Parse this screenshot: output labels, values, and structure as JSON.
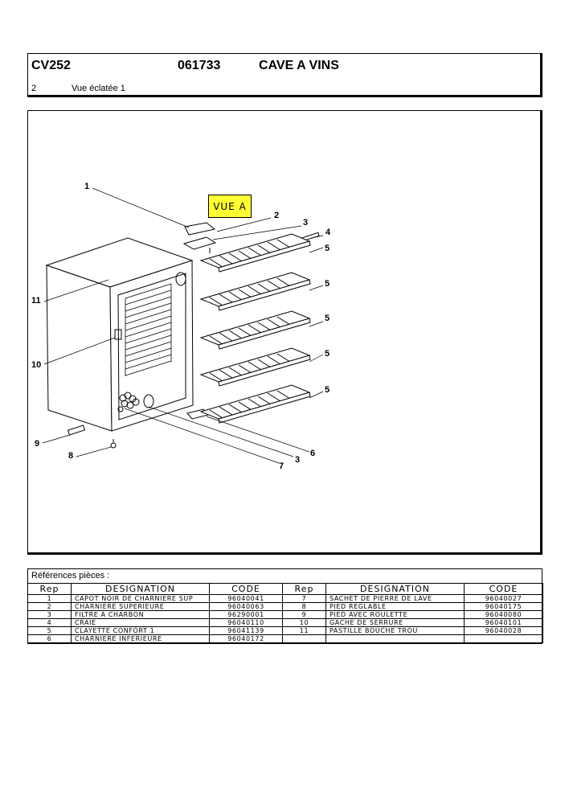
{
  "header": {
    "model": "CV252",
    "code": "061733",
    "title": "CAVE A VINS",
    "page": "2",
    "view": "Vue éclatée 1"
  },
  "drawing": {
    "view_label": "VUE A",
    "callouts": [
      "1",
      "2",
      "3",
      "4",
      "5",
      "5",
      "5",
      "5",
      "5",
      "11",
      "10",
      "9",
      "8",
      "7",
      "3",
      "6"
    ]
  },
  "references": {
    "title": "Références pièces  :",
    "headers": [
      "Rep",
      "DESIGNATION",
      "CODE",
      "Rep",
      "DESIGNATION",
      "CODE"
    ],
    "rows": [
      [
        "1",
        "CAPOT NOIR DE CHARNIERE SUP",
        "96040041",
        "7",
        "SACHET DE PIERRE DE LAVE",
        "96040027"
      ],
      [
        "2",
        "CHARNIERE SUPERIEURE",
        "96040063",
        "8",
        "PIED REGLABLE",
        "96040175"
      ],
      [
        "3",
        "FILTRE A CHARBON",
        "96290001",
        "9",
        "PIED AVEC ROULETTE",
        "96040080"
      ],
      [
        "4",
        "CRAIE",
        "96040110",
        "10",
        "GACHE DE SERRURE",
        "96040101"
      ],
      [
        "5",
        "CLAYETTE CONFORT 1",
        "96041139",
        "11",
        "PASTILLE BOUCHE TROU",
        "96040028"
      ],
      [
        "6",
        "CHARNIERE INFERIEURE",
        "96040172",
        "",
        "",
        ""
      ]
    ]
  }
}
